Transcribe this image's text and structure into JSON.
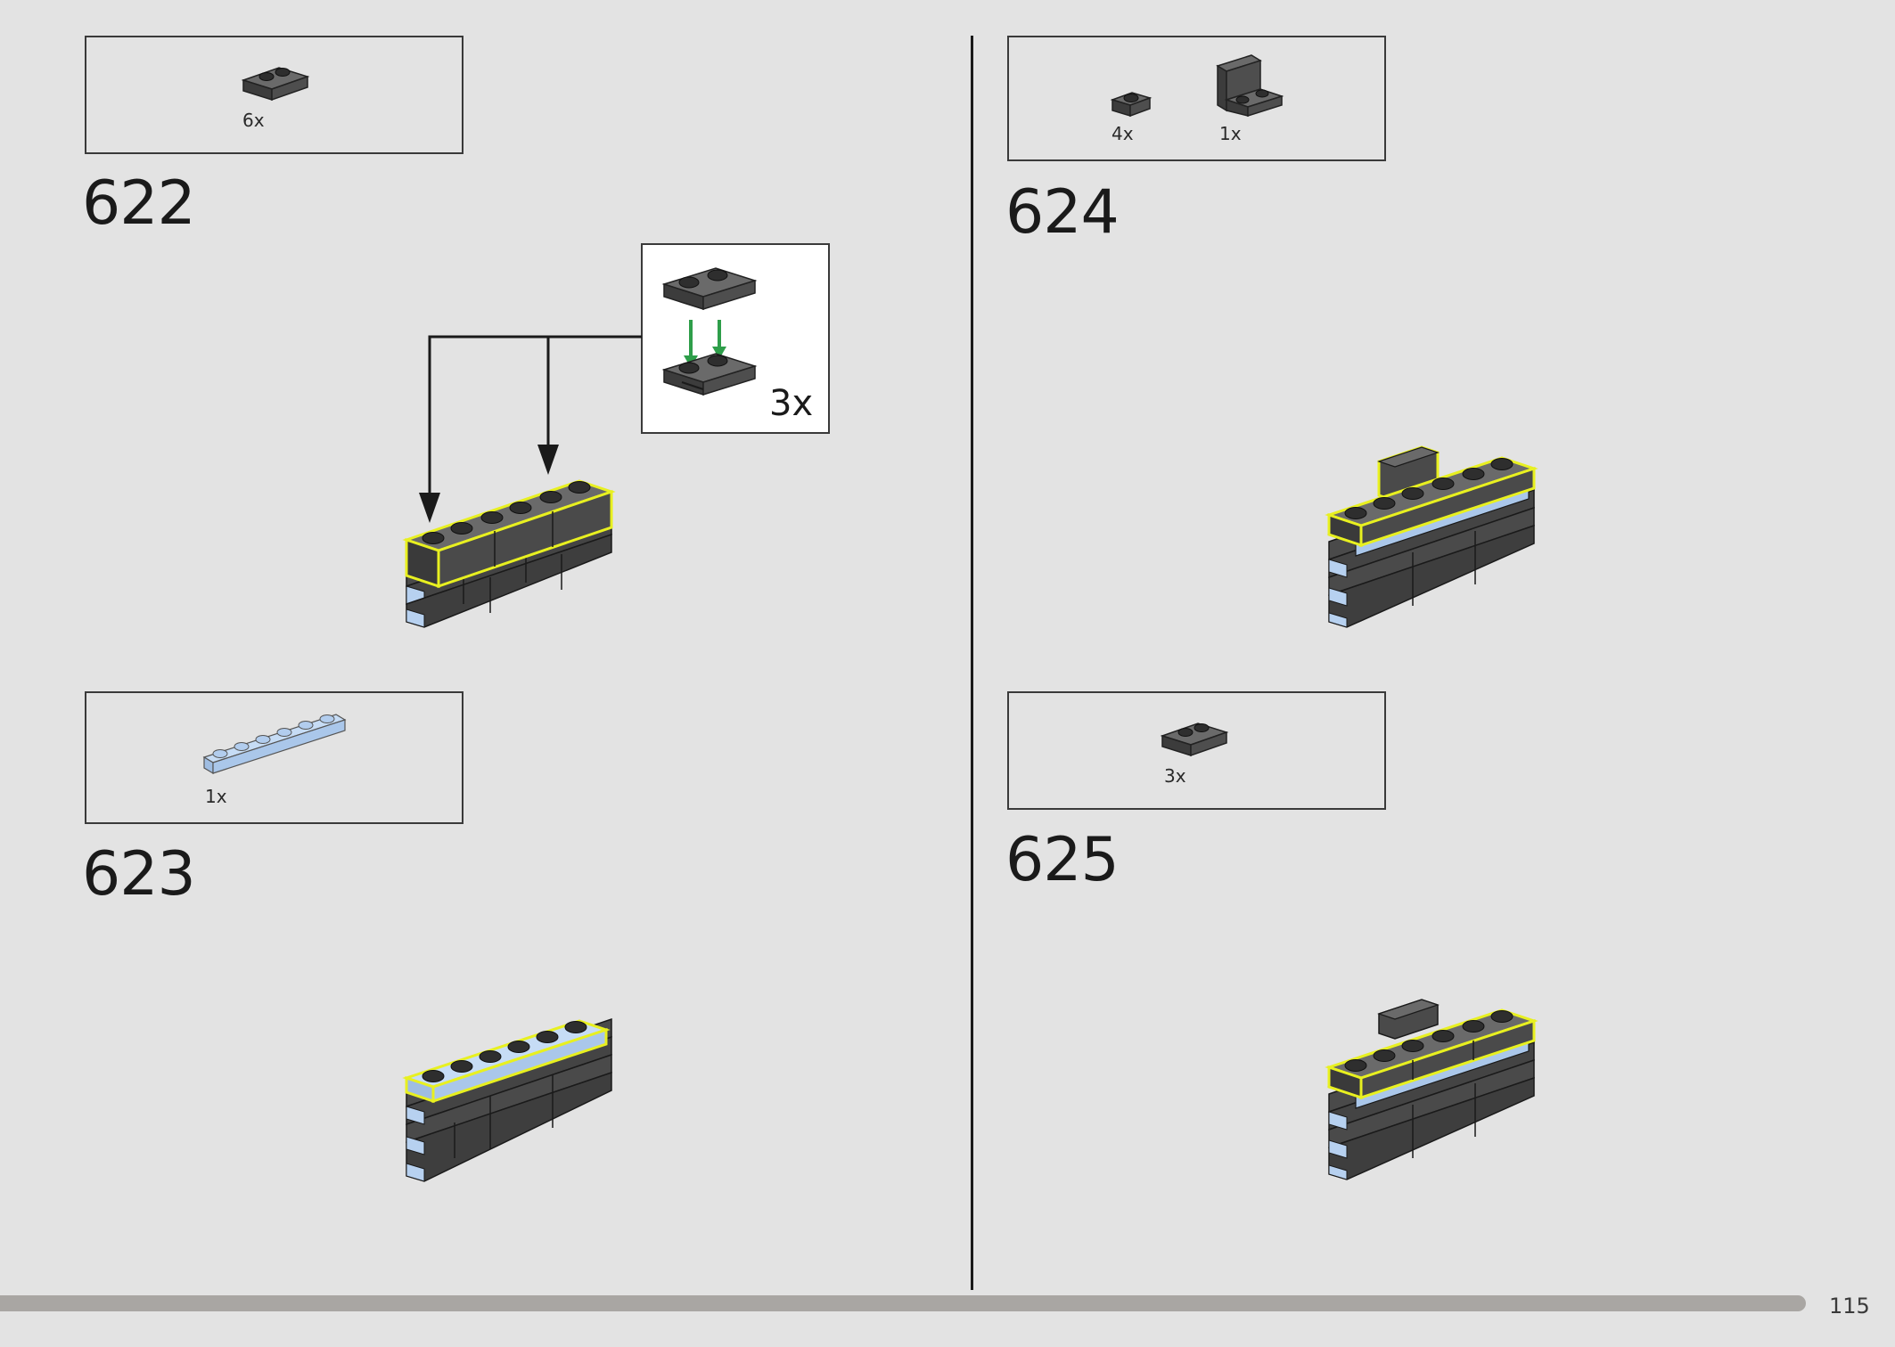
{
  "steps": [
    {
      "number": "622",
      "parts": [
        {
          "qty": "6x",
          "name": "dark-grey-plate-1x2-rail"
        }
      ]
    },
    {
      "number": "623",
      "parts": [
        {
          "qty": "1x",
          "name": "light-blue-plate-1x6"
        }
      ]
    },
    {
      "number": "624",
      "parts": [
        {
          "qty": "4x",
          "name": "dark-grey-plate-1x1"
        },
        {
          "qty": "1x",
          "name": "dark-grey-bracket-1x2"
        }
      ]
    },
    {
      "number": "625",
      "parts": [
        {
          "qty": "3x",
          "name": "dark-grey-plate-1x2"
        }
      ]
    }
  ],
  "subassembly": {
    "qty": "3x"
  },
  "page": {
    "number": "115"
  },
  "colors": {
    "background": "#e3e3e3",
    "dark_grey": "#4a4a4a",
    "light_blue": "#b7d1f0",
    "highlight": "#e8f020",
    "arrow_green": "#2e9e4a"
  }
}
